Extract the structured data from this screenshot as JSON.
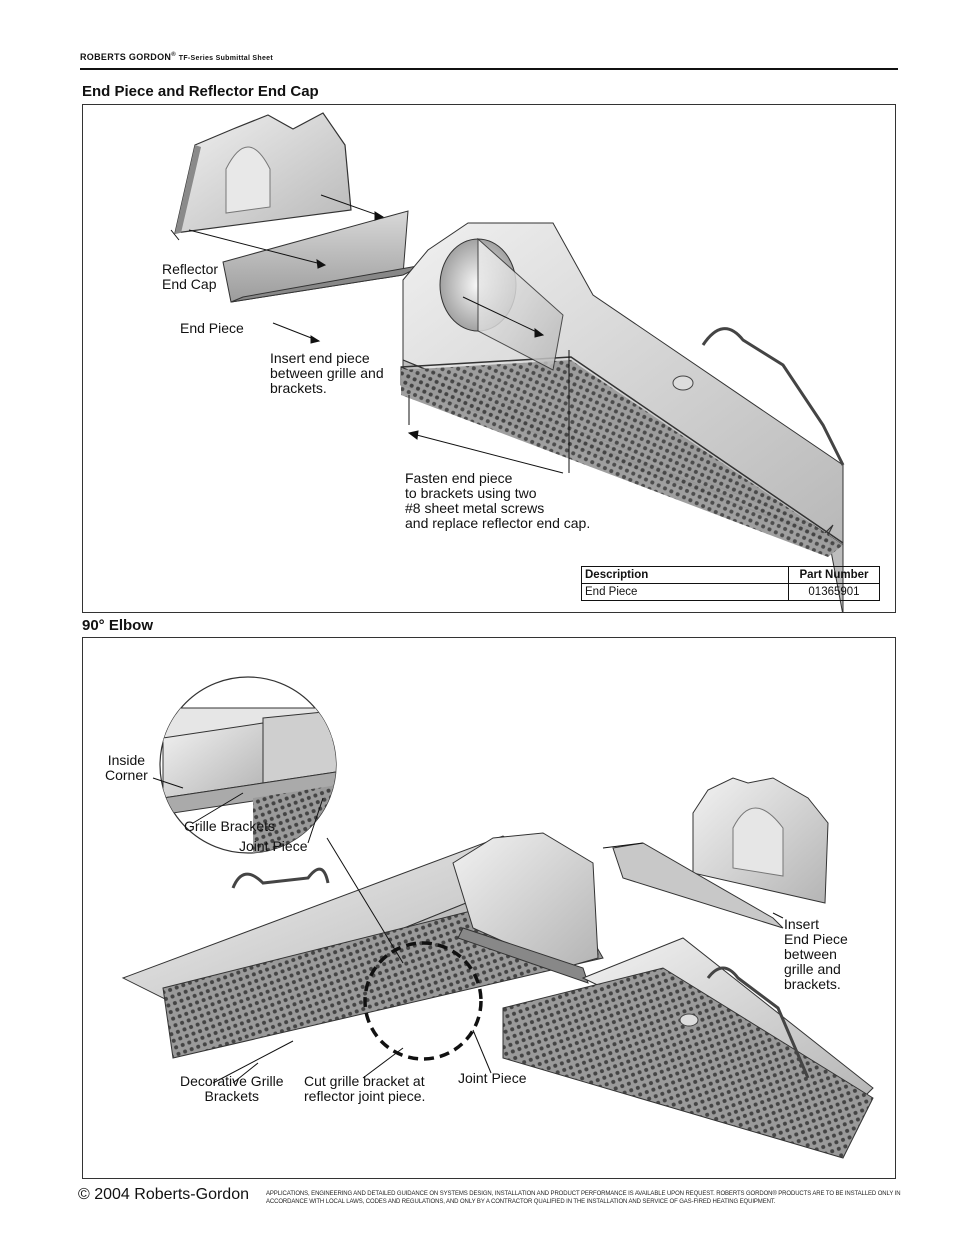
{
  "header": {
    "brand": "ROBERTS GORDON",
    "reg": "®",
    "series": "TF-Series Submittal Sheet"
  },
  "section1": {
    "title": "End Piece and Reflector End Cap",
    "labels": {
      "reflector_end_cap": "Reflector\nEnd Cap",
      "end_piece": "End Piece",
      "insert_end_piece": "Insert end piece\nbetween grille and\nbrackets.",
      "fasten": "Fasten end piece\nto brackets using two\n#8 sheet metal screws\nand replace reflector end cap."
    },
    "table": {
      "headers": [
        "Description",
        "Part Number"
      ],
      "rows": [
        [
          "End Piece",
          "01365901"
        ]
      ]
    }
  },
  "section2": {
    "title": "90° Elbow",
    "labels": {
      "inside_corner": "Inside\nCorner",
      "grille_brackets": "Grille Brackets",
      "joint_piece_inset": "Joint Piece",
      "insert_end_piece": "Insert\nEnd Piece\nbetween\ngrille and\nbrackets.",
      "decorative": "Decorative Grille\nBrackets",
      "cut_grille": "Cut grille bracket at\nreflector joint piece.",
      "joint_piece": "Joint Piece"
    }
  },
  "footer": {
    "copyright": "© 2004 Roberts-Gordon",
    "note": "APPLICATIONS, ENGINEERING AND DETAILED GUIDANCE ON SYSTEMS DESIGN, INSTALLATION AND PRODUCT PERFORMANCE IS AVAILABLE UPON REQUEST. ROBERTS GORDON® PRODUCTS ARE TO BE INSTALLED ONLY IN ACCORDANCE WITH LOCAL LAWS, CODES AND REGULATIONS, AND ONLY BY A CONTRACTOR QUALIFIED IN THE INSTALLATION AND SERVICE OF GAS-FIRED HEATING EQUIPMENT."
  }
}
